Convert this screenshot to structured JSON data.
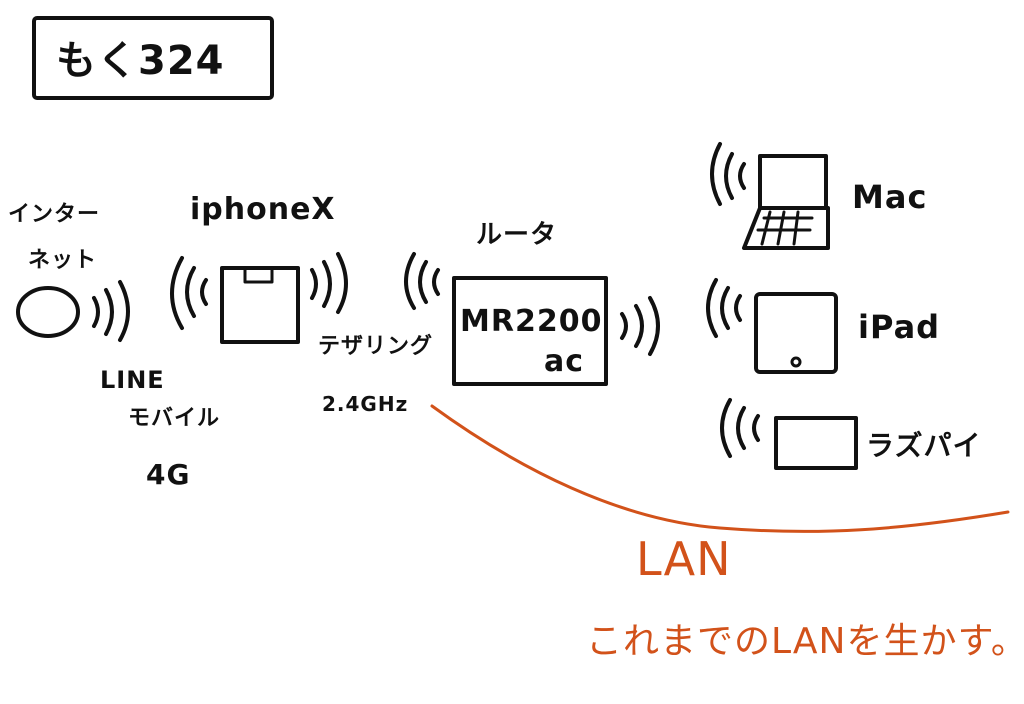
{
  "title": "もく324",
  "nodes": {
    "internet": {
      "label_line1": "インター",
      "label_line2": "ネット"
    },
    "mobile_carrier": {
      "line1": "LINE",
      "line2": "モバイル",
      "line3": "4G"
    },
    "iphone": {
      "label": "iphoneX"
    },
    "tethering": {
      "label": "テザリング",
      "band": "2.4GHz"
    },
    "router": {
      "label": "ルータ",
      "model_line1": "MR2200",
      "model_line2": "ac"
    },
    "mac": {
      "label": "Mac"
    },
    "ipad": {
      "label": "iPad"
    },
    "raspi": {
      "label": "ラズパイ"
    }
  },
  "lan": {
    "label": "LAN",
    "note": "これまでのLANを生かす。",
    "color": "#d2521a"
  },
  "ink_color": "#111111"
}
